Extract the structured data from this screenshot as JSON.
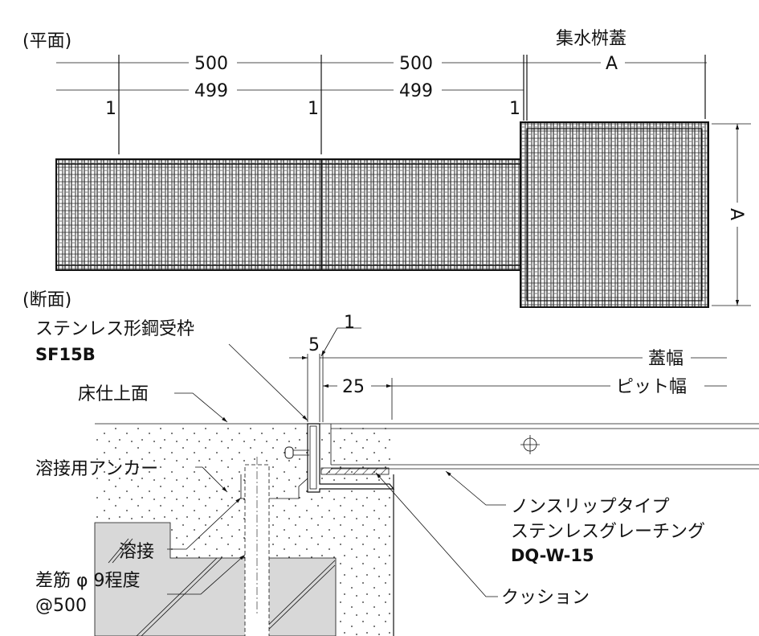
{
  "plan": {
    "title": "(平面)",
    "basin_cover_label": "集水桝蓋",
    "dim_top": [
      "500",
      "500",
      "A"
    ],
    "dim_bottom": [
      "499",
      "499"
    ],
    "gaps": [
      "1",
      "1",
      "1"
    ],
    "basin_side_dim": "A"
  },
  "section": {
    "title": "(断面)",
    "frame_label": "ステンレス形鋼受枠",
    "frame_model": "SF15B",
    "dim_5": "5",
    "dim_1": "1",
    "dim_25": "25",
    "cover_width": "蓋幅",
    "pit_width": "ピット幅",
    "floor_label": "床仕上面",
    "anchor_label": "溶接用アンカー",
    "weld_label": "溶接",
    "rebar_label": "差筋 φ 9程度",
    "rebar_pitch": "@500",
    "grating_type": "ノンスリップタイプ",
    "grating_name": "ステンレスグレーチング",
    "grating_model": "DQ-W-15",
    "cushion_label": "クッション"
  }
}
